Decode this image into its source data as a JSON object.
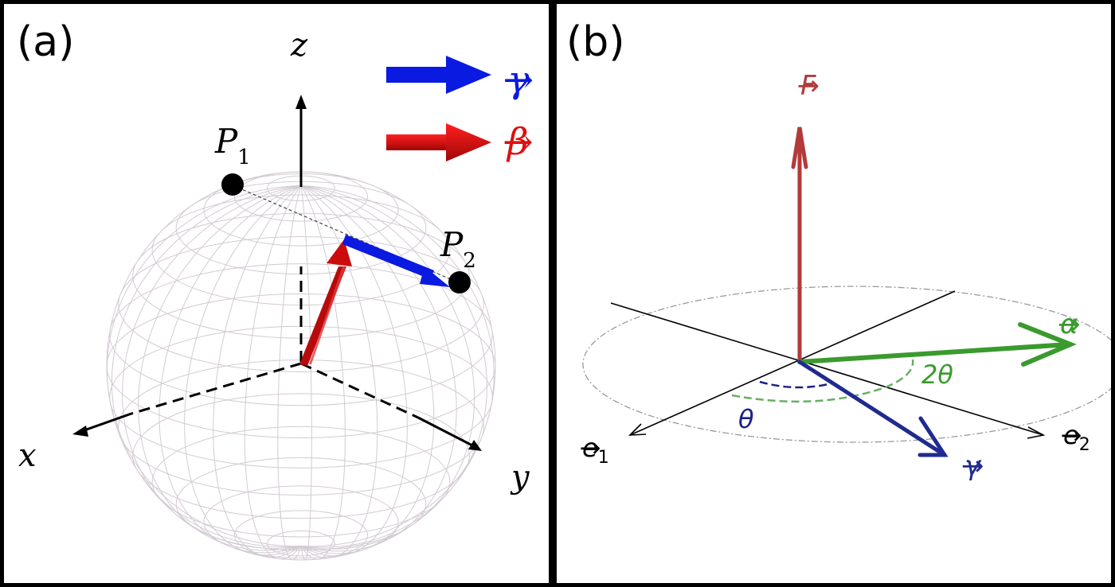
{
  "panel_a": {
    "label": "(a)",
    "axes": {
      "x": "x",
      "y": "y",
      "z": "z"
    },
    "points": {
      "p1": "P",
      "p1_sub": "1",
      "p2": "P",
      "p2_sub": "2"
    },
    "legend": [
      {
        "symbol": "γ",
        "color": "#0a1ae0"
      },
      {
        "symbol": "β",
        "color": "#dd1010"
      }
    ],
    "colors": {
      "gamma": "#0a1ae0",
      "beta": "#cc0c0c",
      "sphere": "#d6d0d6"
    }
  },
  "panel_b": {
    "label": "(b)",
    "vectors": {
      "F": {
        "symbol": "F",
        "color": "#b33a3a"
      },
      "alpha": {
        "symbol": "α",
        "color": "#3a9a2e"
      },
      "gamma": {
        "symbol": "γ",
        "color": "#202a90"
      },
      "e1": {
        "symbol": "e",
        "sub": "1"
      },
      "e2": {
        "symbol": "e",
        "sub": "2"
      }
    },
    "angles": {
      "theta": "θ",
      "two_theta": "2θ"
    }
  }
}
